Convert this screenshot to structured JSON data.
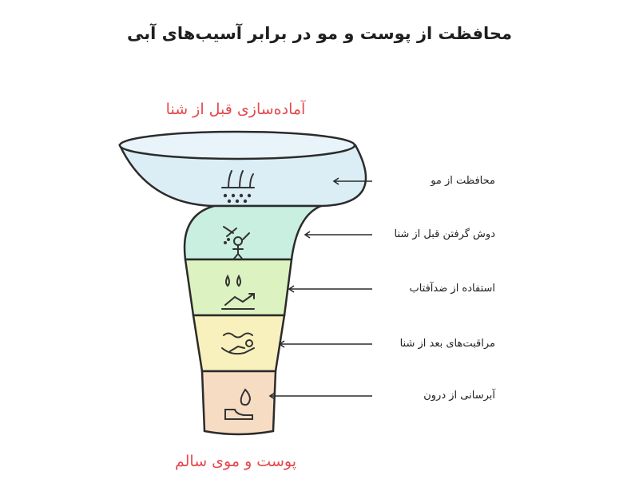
{
  "title": "محافظت از پوست و مو در برابر آسیب‌های آبی",
  "funnel": {
    "top_label": "آماده‌سازی قبل از شنا",
    "bottom_label": "پوست و موی سالم",
    "colors": {
      "layer1": "#dbeef6",
      "layer2": "#c8efe0",
      "layer3": "#dcf2c0",
      "layer4": "#f8f0bd",
      "layer5": "#f7dcc4",
      "outline": "#2b2b2b",
      "accent_red": "#e5484d"
    },
    "steps": [
      {
        "label": "محافظت از مو",
        "icon": "hair-protection-icon"
      },
      {
        "label": "دوش گرفتن قبل از شنا",
        "icon": "shower-icon"
      },
      {
        "label": "استفاده از ضدآفتاب",
        "icon": "sunscreen-icon"
      },
      {
        "label": "مراقبت‌های بعد از شنا",
        "icon": "post-swim-care-icon"
      },
      {
        "label": "آبرسانی از درون",
        "icon": "hydration-icon"
      }
    ]
  }
}
